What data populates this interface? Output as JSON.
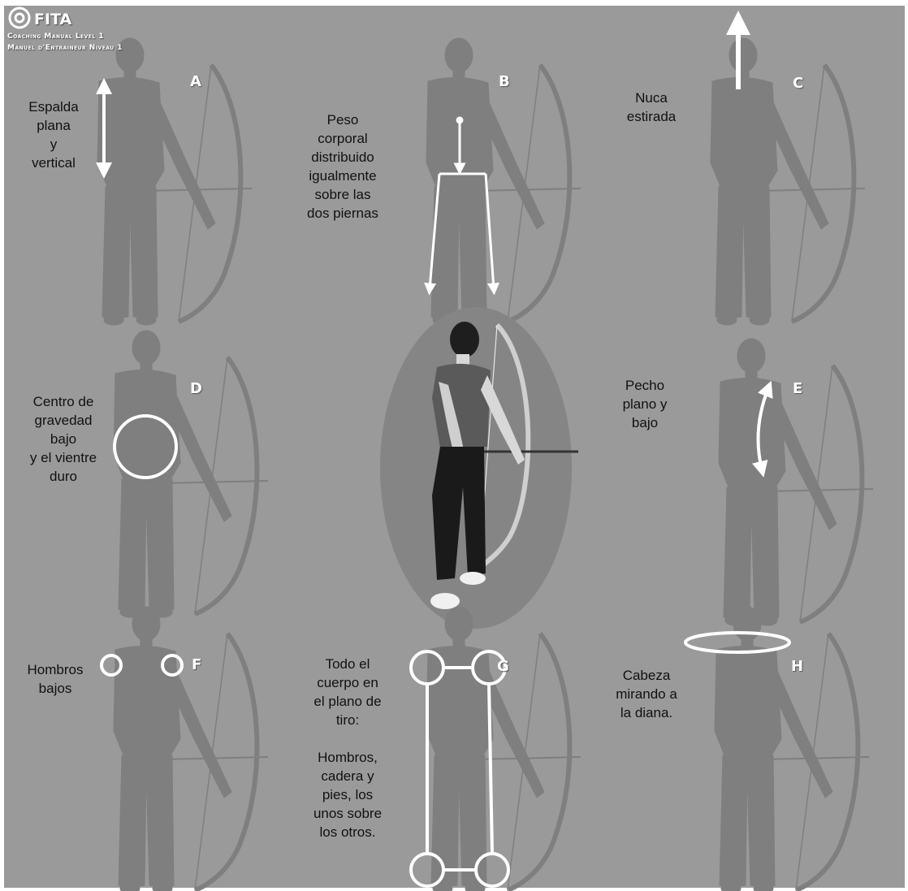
{
  "logo": {
    "name": "FITA",
    "line1": "Coaching Manual Level 1",
    "line2": "Manuel d'Entraineur Niveau 1"
  },
  "panels": [
    {
      "letter": "A",
      "caption": "Espalda\nplana\ny\nvertical"
    },
    {
      "letter": "B",
      "caption": "Peso\ncorporal\ndistribuido\nigualmente\nsobre las\ndos piernas"
    },
    {
      "letter": "C",
      "caption": "Nuca\nestirada"
    },
    {
      "letter": "D",
      "caption": "Centro de\ngravedad\nbajo\ny el vientre\nduro"
    },
    {
      "letter": "E",
      "caption": "Pecho\nplano y\nbajo"
    },
    {
      "letter": "F",
      "caption": "Hombros\nbajos"
    },
    {
      "letter": "G",
      "caption": "Todo el\ncuerpo en\nel plano de\ntiro:\n\nHombros,\ncadera y\npies, los\nunos sobre\nlos otros."
    },
    {
      "letter": "H",
      "caption": "Cabeza\nmirando a\nla diana."
    }
  ],
  "colors": {
    "background": "#9a9a9a",
    "silhouette": "#7f7f7f",
    "marker": "#ffffff",
    "text": "#111111"
  }
}
